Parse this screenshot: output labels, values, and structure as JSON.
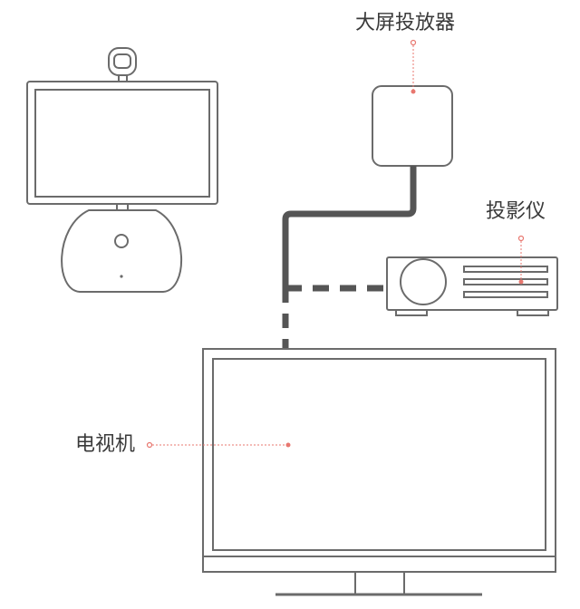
{
  "labels": {
    "screen_caster": "大屏投放器",
    "projector": "投影仪",
    "tv": "电视机"
  },
  "colors": {
    "stroke": "#6b6b6b",
    "cable": "#555555",
    "leader": "#e8776f",
    "background": "#ffffff"
  }
}
